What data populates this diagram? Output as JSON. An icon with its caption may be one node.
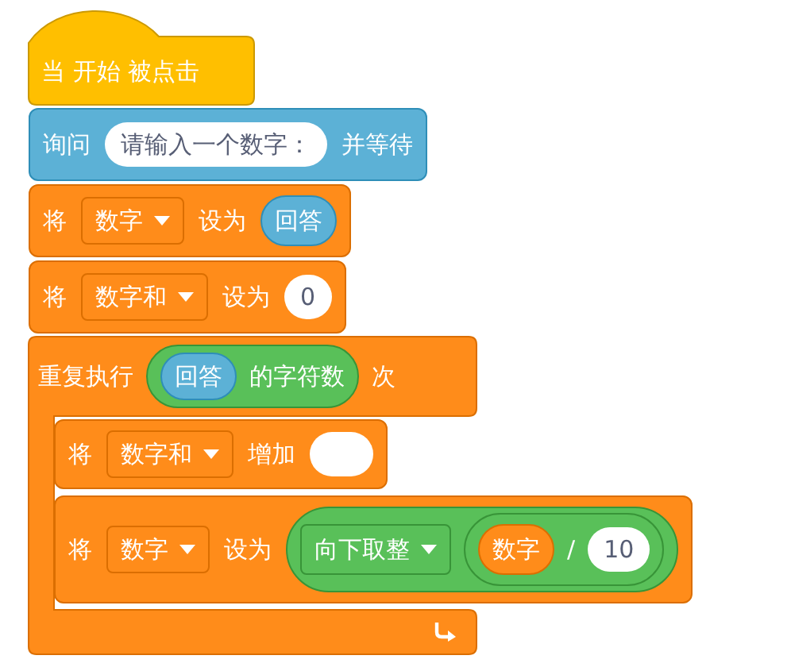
{
  "diagram": {
    "nodes": [
      {
        "text": [
          "当 开始 被点击"
        ]
      },
      {
        "text": [
          "询问",
          "并等待"
        ]
      },
      {
        "text": [
          "请输入一个数字："
        ],
        "in": 1
      },
      {
        "text": [
          "将",
          "设为"
        ]
      },
      {
        "text": [
          "数字"
        ],
        "in": 3
      },
      {
        "text": [
          "回答"
        ],
        "in": 3
      },
      {
        "text": [
          "将",
          "设为"
        ]
      },
      {
        "text": [
          "数字和"
        ],
        "in": 6
      },
      {
        "text": [
          "0"
        ],
        "in": 6
      },
      {
        "text": [
          "重复执行",
          "次"
        ]
      },
      {
        "text": [
          "的字符数"
        ],
        "in": 9
      },
      {
        "text": [
          "回答"
        ],
        "in": 10
      },
      {
        "text": [
          "将",
          "增加"
        ],
        "in": 9
      },
      {
        "text": [
          "数字和"
        ],
        "in": 12
      },
      {
        "text": [],
        "shape": "box",
        "in": 12
      },
      {
        "text": [
          "将",
          "设为"
        ]
      },
      {
        "text": [
          "数字"
        ],
        "in": 15
      },
      {
        "text": [
          "向下取整"
        ],
        "in": 15
      },
      {
        "text": [
          "/"
        ],
        "in": 17
      },
      {
        "text": [
          "数字"
        ],
        "in": 18
      },
      {
        "text": [
          "10"
        ],
        "in": 18
      }
    ]
  }
}
